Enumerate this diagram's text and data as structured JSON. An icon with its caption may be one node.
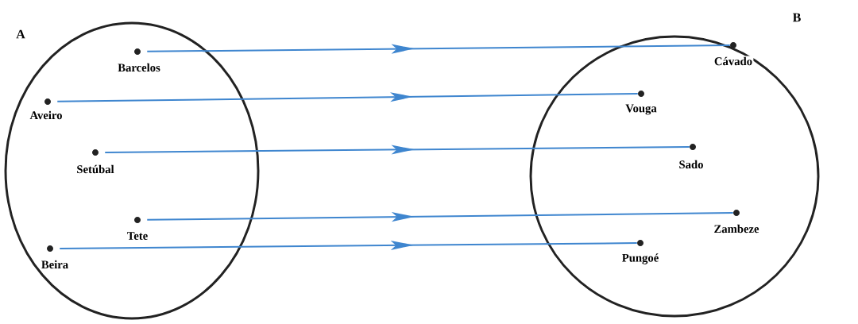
{
  "diagram": {
    "nodes": [
      {
        "text": [
          "A"
        ]
      },
      {
        "text": [
          "B"
        ]
      },
      {
        "text": [
          "Barcelos"
        ],
        "in": 0
      },
      {
        "text": [
          "Aveiro"
        ],
        "in": 0
      },
      {
        "text": [
          "Setúbal"
        ],
        "in": 0
      },
      {
        "text": [
          "Tete"
        ],
        "in": 0
      },
      {
        "text": [
          "Beira"
        ],
        "in": 0
      },
      {
        "text": [
          "Cávado"
        ],
        "in": 1
      },
      {
        "text": [
          "Vouga"
        ],
        "in": 1
      },
      {
        "text": [
          "Sado"
        ],
        "in": 1
      },
      {
        "text": [
          "Zambeze"
        ],
        "in": 1
      },
      {
        "text": [
          "Pungoé"
        ],
        "in": 1
      }
    ],
    "edges": [
      {
        "from": 2,
        "to": 7,
        "arrow": "to"
      },
      {
        "from": 3,
        "to": 8,
        "arrow": "to"
      },
      {
        "from": 4,
        "to": 9,
        "arrow": "to"
      },
      {
        "from": 5,
        "to": 10,
        "arrow": "to"
      },
      {
        "from": 6,
        "to": 11,
        "arrow": "to"
      }
    ]
  }
}
